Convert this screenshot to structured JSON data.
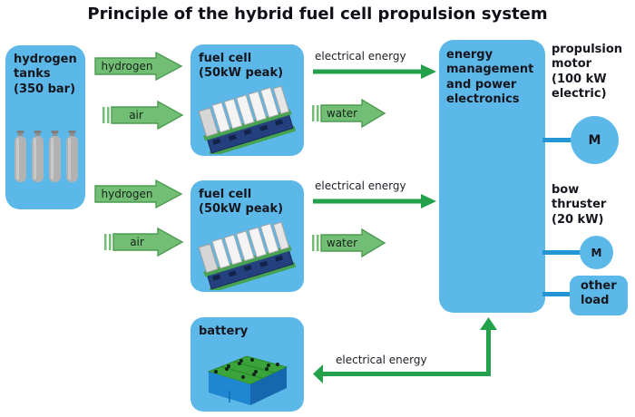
{
  "title": "Principle of the hybrid fuel cell propulsion system",
  "colors": {
    "box_blue": "#5CB8E8",
    "link_blue": "#2496D6",
    "block_arrow_green": "#72BE75",
    "energy_arrow_green": "#23A24B",
    "text_dark": "#16161E"
  },
  "nodes": {
    "hydrogen_tanks": {
      "label": "hydrogen\ntanks\n(350 bar)"
    },
    "fuel_cell_top": {
      "label": "fuel cell\n(50kW peak)"
    },
    "fuel_cell_bottom": {
      "label": "fuel cell\n(50kW peak)"
    },
    "energy_management": {
      "label": "energy\nmanagement\nand power\nelectronics"
    },
    "battery": {
      "label": "battery"
    },
    "propulsion_motor": {
      "label": "propulsion\nmotor\n(100 kW\nelectric)",
      "symbol": "M"
    },
    "bow_thruster": {
      "label": "bow\nthruster\n(20 kW)",
      "symbol": "M"
    },
    "other_load": {
      "label": "other\nload"
    }
  },
  "flows": {
    "hydrogen_top": {
      "label": "hydrogen"
    },
    "air_top": {
      "label": "air"
    },
    "electrical_top": {
      "label": "electrical energy"
    },
    "water_top": {
      "label": "water"
    },
    "hydrogen_bottom": {
      "label": "hydrogen"
    },
    "air_bottom": {
      "label": "air"
    },
    "electrical_bottom": {
      "label": "electrical energy"
    },
    "water_bottom": {
      "label": "water"
    },
    "battery_electrical": {
      "label": "electrical energy"
    }
  }
}
